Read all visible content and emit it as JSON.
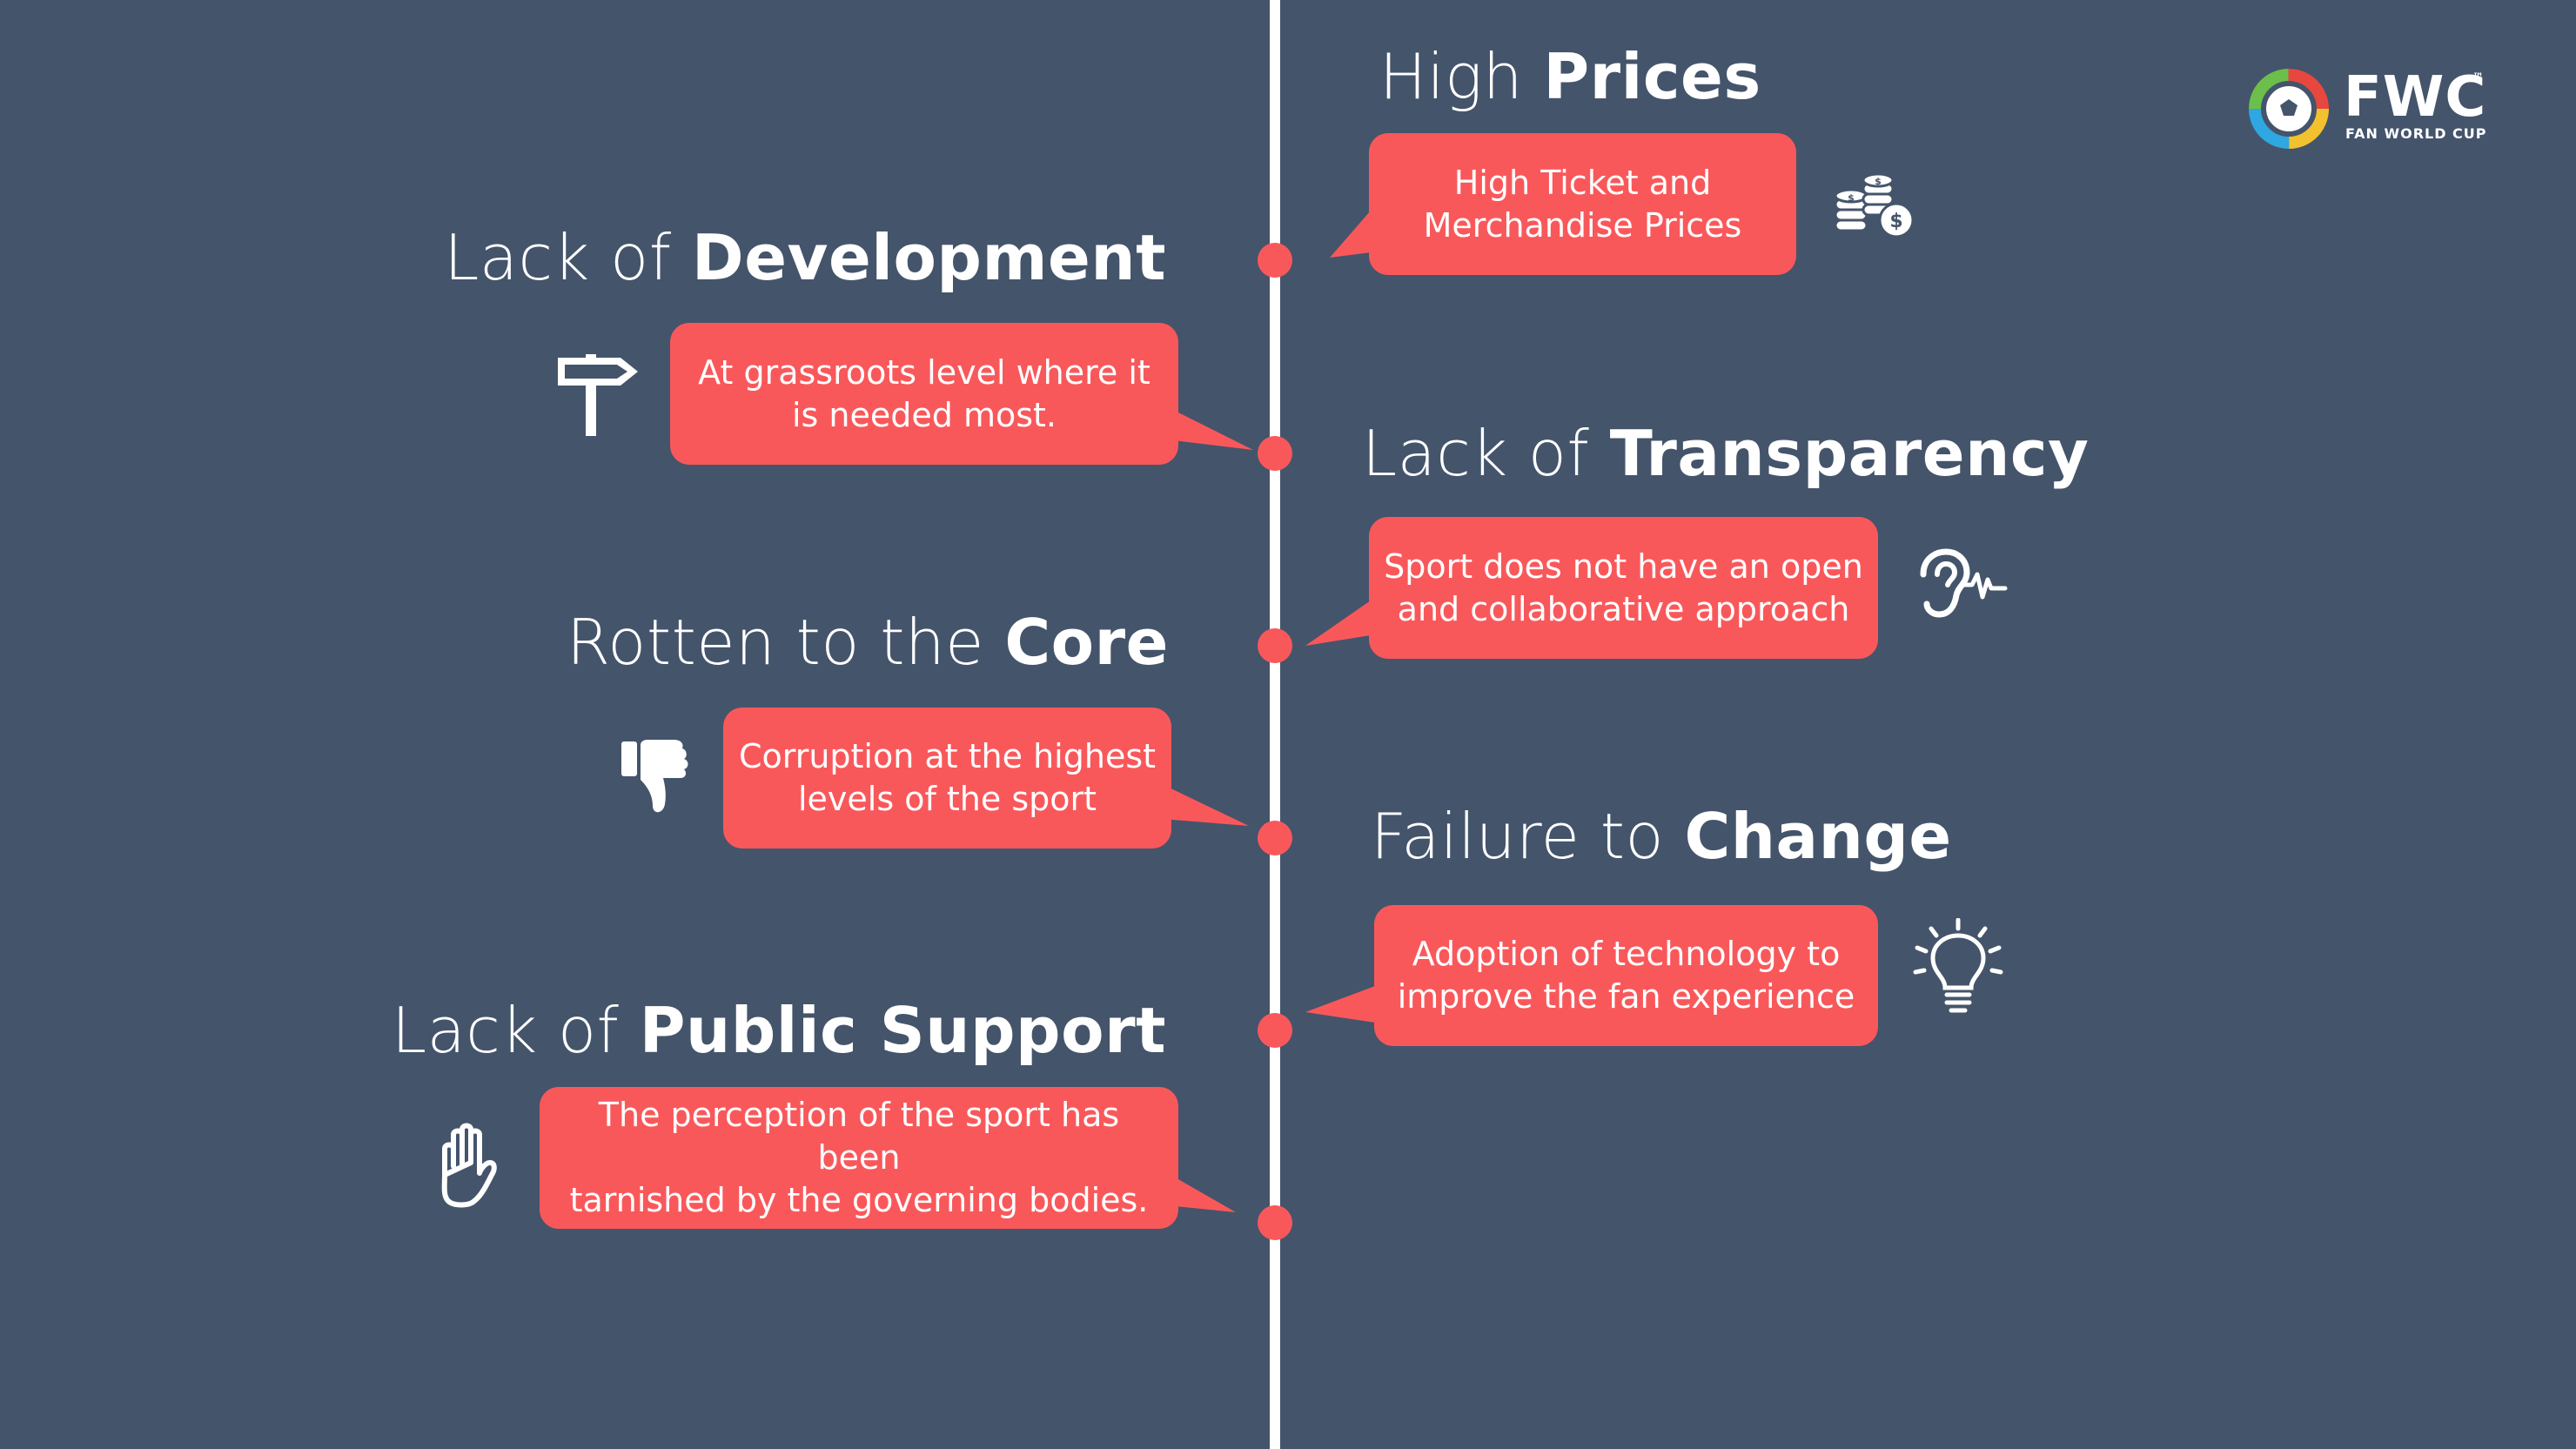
{
  "logo": {
    "name": "FWC",
    "trademark": "™",
    "subtitle": "FAN WORLD CUP"
  },
  "items": [
    {
      "heading_light": "High ",
      "heading_bold": "Prices",
      "text_line1": "High Ticket and",
      "text_line2": "Merchandise Prices",
      "icon": "coins-stack-icon"
    },
    {
      "heading_light": "Lack of ",
      "heading_bold": "Development",
      "text_line1": "At grassroots level where it",
      "text_line2": "is needed most.",
      "icon": "signpost-icon"
    },
    {
      "heading_light": "Lack of ",
      "heading_bold": "Transparency",
      "text_line1": "Sport does not have an open",
      "text_line2": "and collaborative approach",
      "icon": "ear-listening-icon"
    },
    {
      "heading_light": "Rotten to the ",
      "heading_bold": "Core",
      "text_line1": "Corruption at the highest",
      "text_line2": "levels of the sport",
      "icon": "thumbs-down-icon"
    },
    {
      "heading_light": "Failure to ",
      "heading_bold": "Change",
      "text_line1": "Adoption of technology to",
      "text_line2": "improve the fan experience",
      "icon": "lightbulb-icon"
    },
    {
      "heading_light": "Lack of ",
      "heading_bold": "Public Support",
      "text_line1": "The perception of the sport has been",
      "text_line2": "tarnished by the governing bodies.",
      "icon": "raised-hand-icon"
    }
  ],
  "colors": {
    "background": "#44546b",
    "accent": "#f9585b",
    "line": "#ffffff"
  }
}
